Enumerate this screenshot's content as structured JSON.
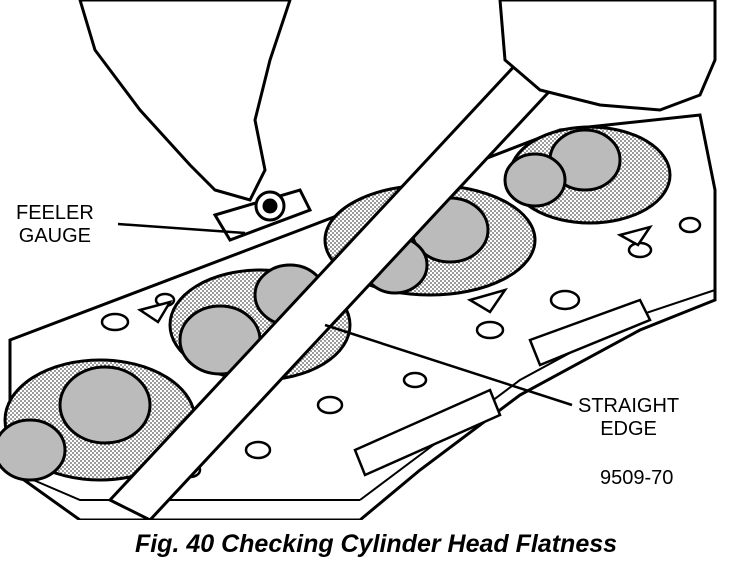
{
  "labels": {
    "feeler_gauge": [
      "FEELER",
      "GAUGE"
    ],
    "straight_edge": [
      "STRAIGHT",
      "EDGE"
    ]
  },
  "figure_code": "9509-70",
  "caption": "Fig. 40 Checking Cylinder Head Flatness",
  "colors": {
    "ink": "#000000",
    "paper": "#ffffff",
    "stipple": "#9a9a9a"
  }
}
